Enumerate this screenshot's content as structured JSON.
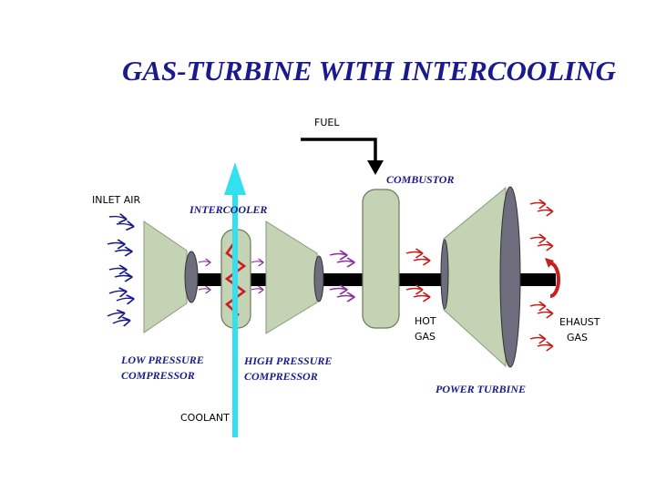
{
  "title": "GAS-TURBINE WITH INTERCOOLING",
  "labels": {
    "fuel": "FUEL",
    "combustor": "COMBUSTOR",
    "inlet_air": "INLET AIR",
    "intercooler": "INTERCOOLER",
    "hot_gas_line1": "HOT",
    "hot_gas_line2": "GAS",
    "exhaust_gas_line1": "EHAUST",
    "exhaust_gas_line2": "GAS",
    "low_pressure_line1": "LOW PRESSURE",
    "low_pressure_line2": "COMPRESSOR",
    "high_pressure_line1": "HIGH PRESSURE",
    "high_pressure_line2": "COMPRESSOR",
    "power_turbine": "POWER TURBINE",
    "coolant": "COOLANT"
  },
  "colors": {
    "component_fill": "#c3d3b3",
    "disc_fill": "#6d6d7d",
    "shaft": "#000000",
    "coolant_arrow": "#33e0f0",
    "coolant_coil": "#c81e1e",
    "inlet_arrows": "#1a1a8c",
    "compressed_air_arrows": "#8b2ea0",
    "hot_gas_arrows": "#c81e1e",
    "title": "#1a1a8c"
  }
}
